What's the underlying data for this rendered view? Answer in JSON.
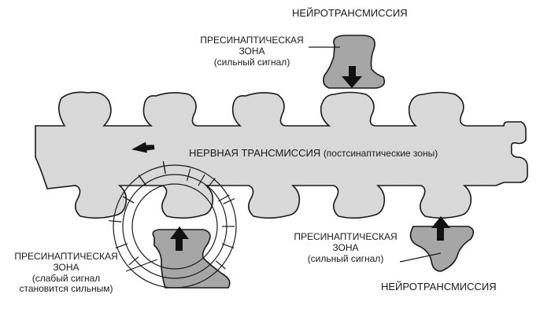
{
  "labels": {
    "neurotransmission_top": "НЕЙРОТРАНСМИССИЯ",
    "neurotransmission_bottom": "НЕЙРОТРАНСМИССИЯ",
    "nerve_transmission": "НЕРВНАЯ ТРАНСМИССИЯ",
    "nerve_transmission_sub": "(постсинаптические зоны)",
    "presyn_top": {
      "line1": "ПРЕСИНАПТИЧЕСКАЯ",
      "line2": "ЗОНА",
      "line3": "(сильный сигнал)"
    },
    "presyn_right": {
      "line1": "ПРЕСИНАПТИЧЕСКАЯ",
      "line2": "ЗОНА",
      "line3": "(сильный сигнал)"
    },
    "presyn_left": {
      "line1": "ПРЕСИНАПТИЧЕСКАЯ",
      "line2": "ЗОНА",
      "line3": "(слабый сигнал",
      "line4": "становится сильным)"
    }
  },
  "colors": {
    "strip_fill": "#d9d9d9",
    "presyn_fill": "#a6a6a6",
    "outline": "#1a1a1a",
    "arrow": "#111111"
  }
}
